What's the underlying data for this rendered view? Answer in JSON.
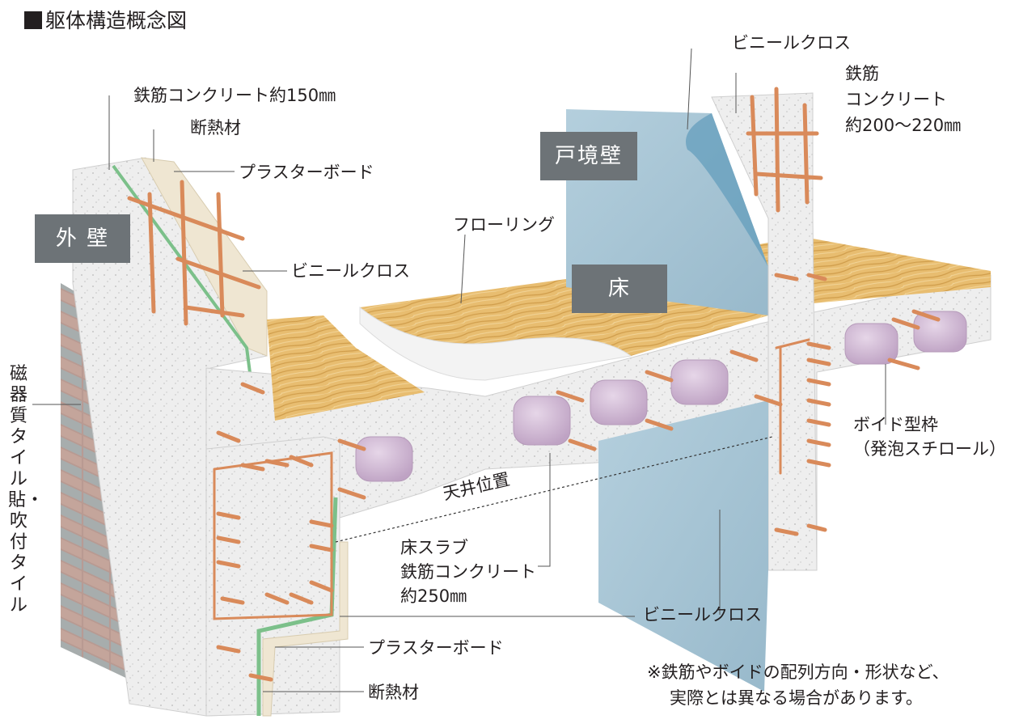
{
  "title": "躯体構造概念図",
  "tags": {
    "exterior_wall": "外 壁",
    "partition_wall": "戸境壁",
    "floor": "床"
  },
  "labels": {
    "ext_concrete": "鉄筋コンクリート約150㎜",
    "ext_insulation": "断熱材",
    "ext_plasterboard": "プラスターボード",
    "ext_vinyl": "ビニールクロス",
    "flooring": "フローリング",
    "part_vinyl": "ビニールクロス",
    "part_concrete": "鉄筋\nコンクリート\n約200〜220㎜",
    "void_form": "ボイド型枠\n（発泡スチロール）",
    "ceiling": "天井位置",
    "slab": "床スラブ\n鉄筋コンクリート\n約250㎜",
    "bottom_vinyl": "ビニールクロス",
    "bottom_plasterboard": "プラスターボード",
    "bottom_insulation": "断熱材",
    "tile": "磁器質タイル貼・吹付タイル"
  },
  "note": {
    "line1": "※鉄筋やボイドの配列方向・形状など、",
    "line2": "実際とは異なる場合があります。"
  },
  "colors": {
    "concrete": "#ececec",
    "wood": "#e5b96a",
    "vinyl_blue": "#a9c6d6",
    "rebar": "#d98a5a",
    "void_pink": "#cdb6d1",
    "insulation": "#7cc08a",
    "board": "#efe6d2",
    "tag_bg": "#6d7377"
  }
}
